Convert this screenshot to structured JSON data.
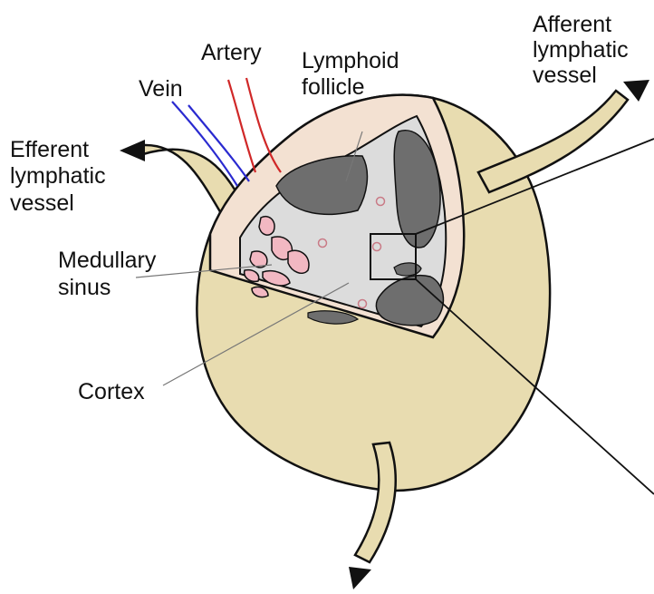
{
  "labels": {
    "afferent": [
      "Afferent",
      "lymphatic",
      "vessel"
    ],
    "artery": "Artery",
    "vein": "Vein",
    "lymphoid_follicle": [
      "Lymphoid",
      "follicle"
    ],
    "efferent": [
      "Efferent",
      "lymphatic",
      "vessel"
    ],
    "medullary_sinus": [
      "Medullary",
      "sinus"
    ],
    "cortex": "Cortex"
  },
  "colors": {
    "node_fill": "#e8dcb0",
    "capsule_fill": "#f3e1d2",
    "cortex_fill": "#dcdcdc",
    "follicle_fill": "#6e6e6e",
    "medulla_fill": "#f2b8c2",
    "artery": "#d02828",
    "vein": "#2a2ad0",
    "outline": "#111111"
  }
}
